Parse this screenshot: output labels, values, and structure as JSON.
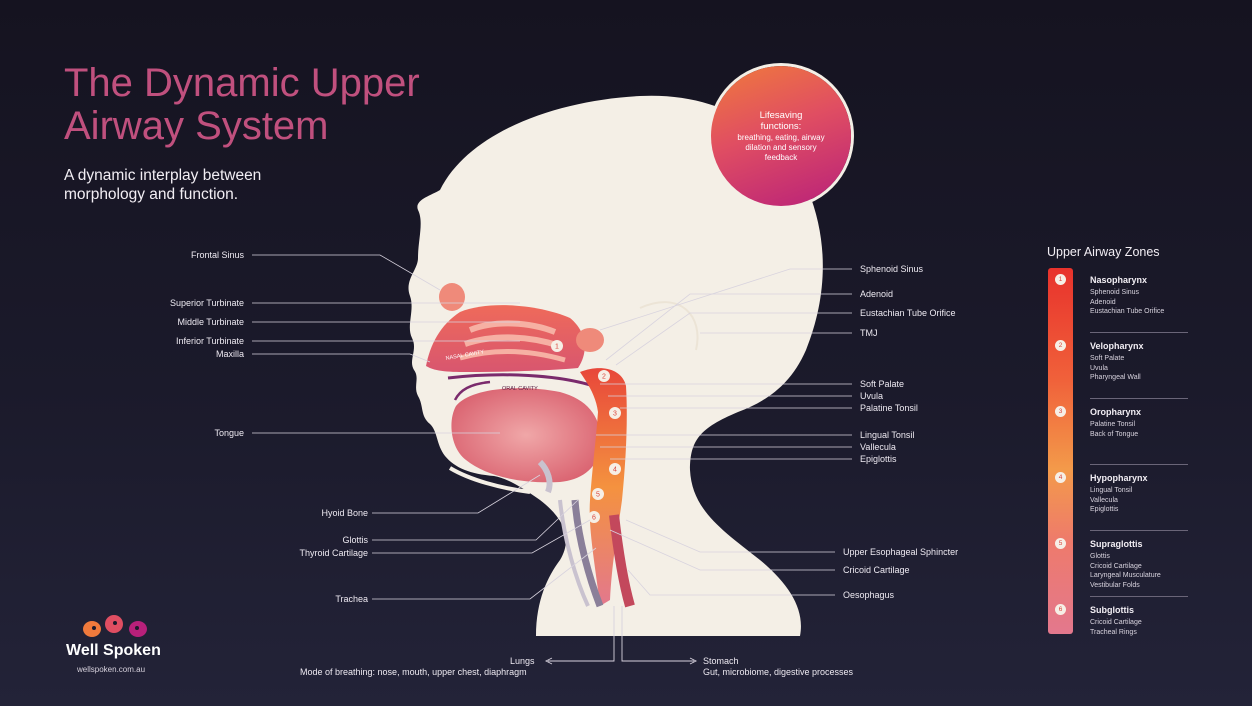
{
  "header": {
    "title_line1": "The Dynamic Upper",
    "title_line2": "Airway System",
    "subtitle_line1": "A dynamic interplay between",
    "subtitle_line2": "morphology and function."
  },
  "bubble": {
    "heading_line1": "Lifesaving",
    "heading_line2": "functions:",
    "body": "breathing, eating, airway dilation and sensory feedback"
  },
  "diagram": {
    "cavity_labels": {
      "nasal": "NASAL CAVITY",
      "oral": "ORAL CAVITY"
    },
    "left_labels": [
      "Frontal Sinus",
      "Superior Turbinate",
      "Middle Turbinate",
      "Inferior Turbinate",
      "Maxilla",
      "Tongue",
      "Hyoid Bone",
      "Glottis",
      "Thyroid Cartilage",
      "Trachea"
    ],
    "right_labels": [
      "Sphenoid Sinus",
      "Adenoid",
      "Eustachian Tube Orifice",
      "TMJ",
      "Soft Palate",
      "Uvula",
      "Palatine Tonsil",
      "Lingual Tonsil",
      "Vallecula",
      "Epiglottis",
      "Upper Esophageal Sphincter",
      "Cricoid Cartilage",
      "Oesophagus"
    ],
    "markers": [
      "1",
      "2",
      "3",
      "4",
      "5",
      "6"
    ]
  },
  "bottom": {
    "lungs": "Lungs",
    "lungs_desc": "Mode of breathing: nose, mouth, upper chest, diaphragm",
    "stomach": "Stomach",
    "stomach_desc": "Gut, microbiome, digestive processes"
  },
  "zones": {
    "title": "Upper Airway Zones",
    "items": [
      {
        "num": "1",
        "name": "Nasopharynx",
        "parts": [
          "Sphenoid Sinus",
          "Adenoid",
          "Eustachian Tube Orifice"
        ]
      },
      {
        "num": "2",
        "name": "Velopharynx",
        "parts": [
          "Soft Palate",
          "Uvula",
          "Pharyngeal Wall"
        ]
      },
      {
        "num": "3",
        "name": "Oropharynx",
        "parts": [
          "Palatine Tonsil",
          "Back of Tongue"
        ]
      },
      {
        "num": "4",
        "name": "Hypopharynx",
        "parts": [
          "Lingual Tonsil",
          "Vallecula",
          "Epiglottis"
        ]
      },
      {
        "num": "5",
        "name": "Supraglottis",
        "parts": [
          "Glottis",
          "Cricoid Cartilage",
          "Laryngeal Musculature",
          "Vestibular Folds"
        ]
      },
      {
        "num": "6",
        "name": "Subglottis",
        "parts": [
          "Cricoid Cartilage",
          "Tracheal Rings"
        ]
      }
    ]
  },
  "brand": {
    "name": "Well Spoken",
    "url": "wellspoken.com.au"
  },
  "colors": {
    "title": "#c0507e",
    "head_fill": "#f4efe6",
    "tissue": "#e8666f",
    "accent_orange": "#f07a3c"
  }
}
